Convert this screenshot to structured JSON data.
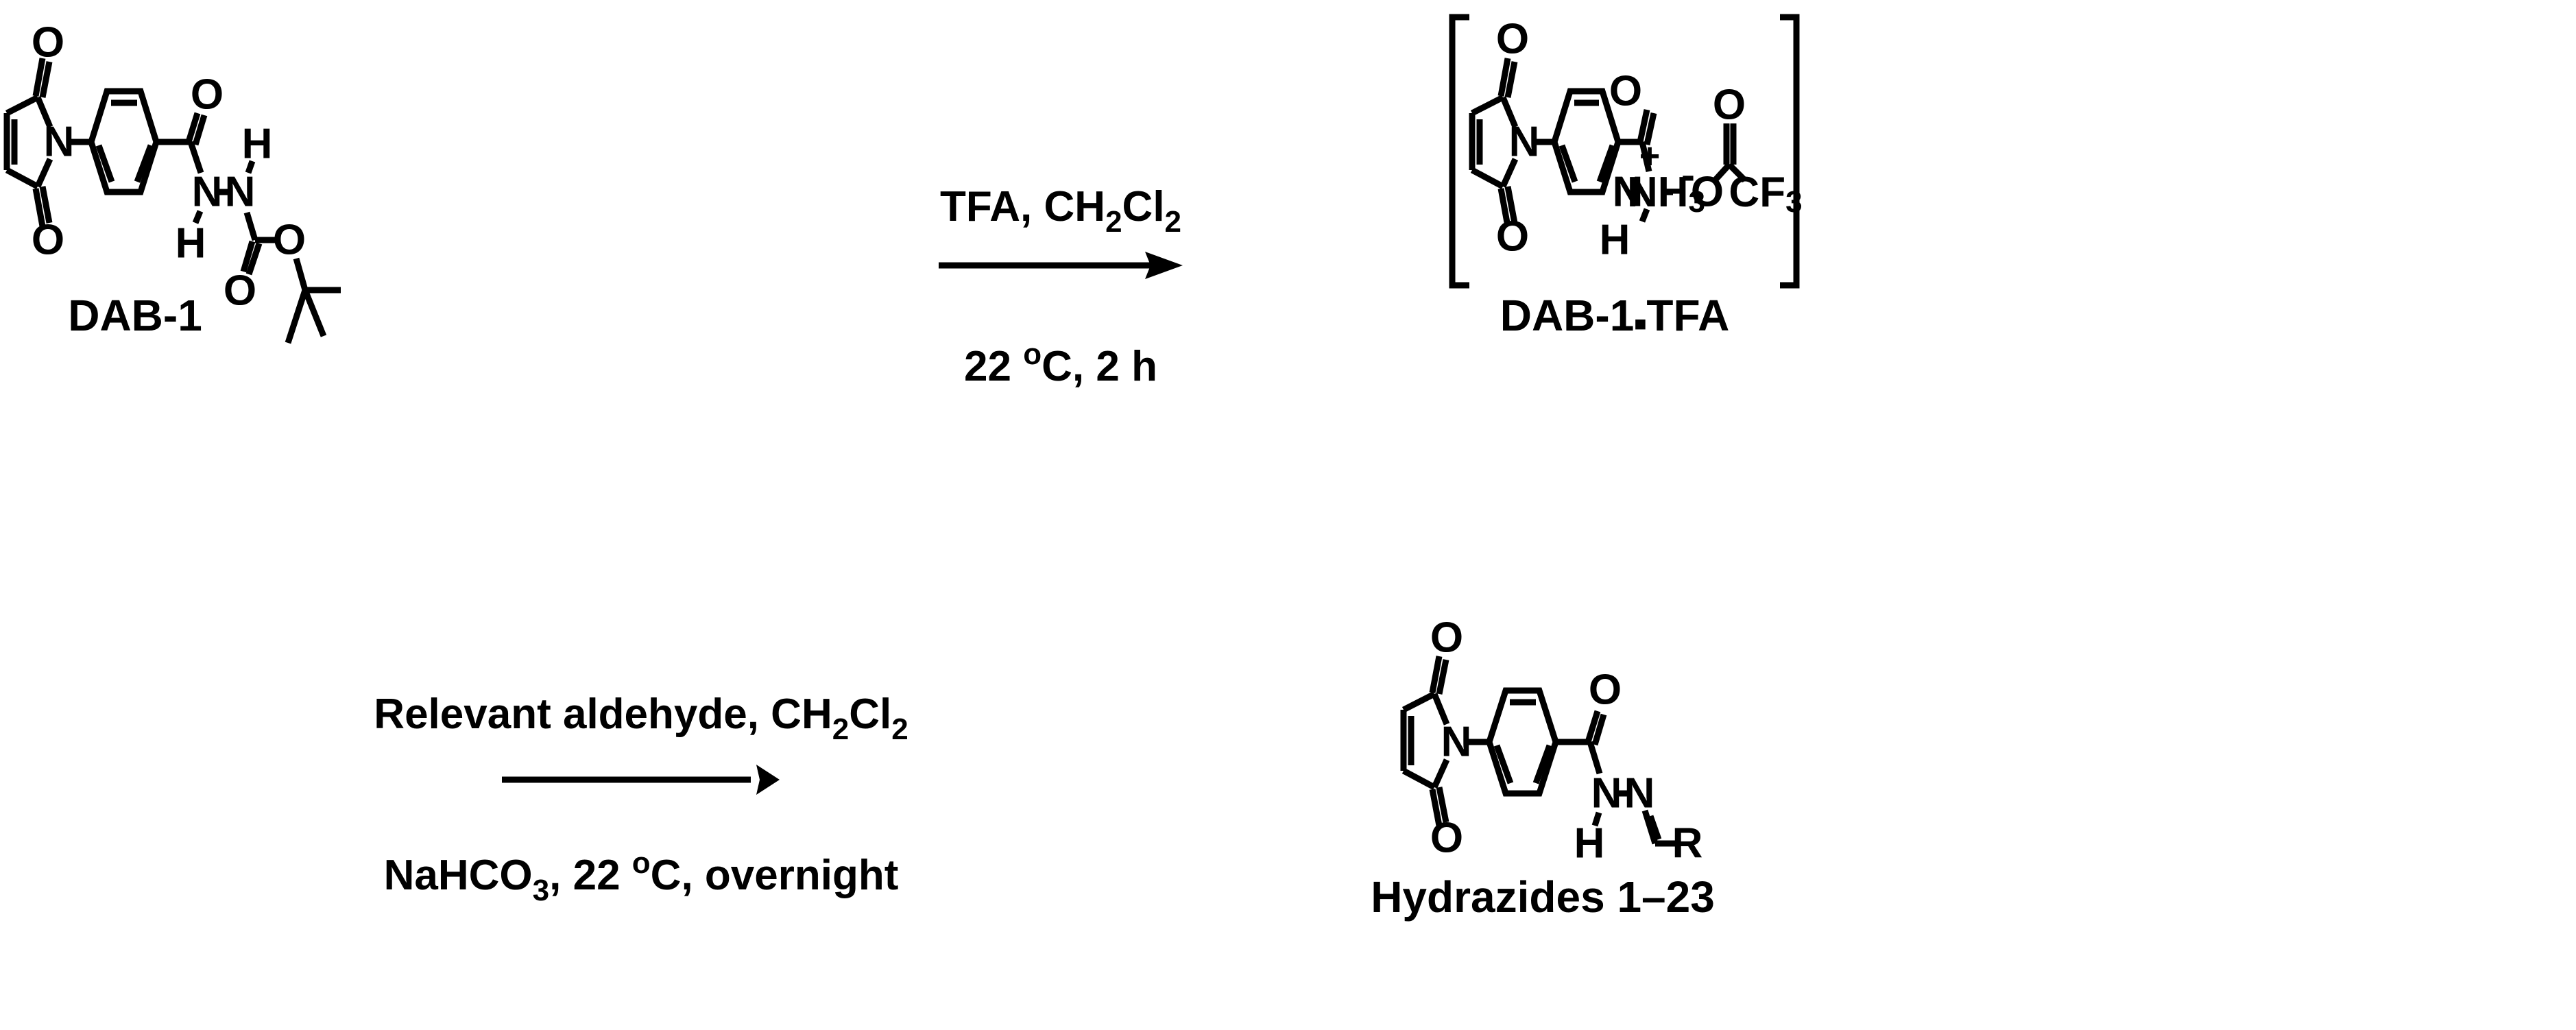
{
  "figure": {
    "type": "reaction-scheme",
    "background": "#ffffff",
    "ink": "#000000"
  },
  "compounds": {
    "dab1": {
      "label": "DAB-1",
      "atoms": {
        "O_top": "O",
        "O_bottom": "O",
        "N_imide": "N",
        "O_amide": "O",
        "N1": "N",
        "H1": "H",
        "N2": "N",
        "H2": "H",
        "O_carbonyl": "O",
        "O_ester": "O"
      }
    },
    "dab1_tfa": {
      "label_main": "DAB-1",
      "label_dot": "■",
      "label_tail": "TFA",
      "atoms": {
        "O_top": "O",
        "O_bottom": "O",
        "N_imide": "N",
        "O_amide": "O",
        "N1": "N",
        "H1": "H",
        "NH3": "NH",
        "NH3_sub": "3",
        "plus": "+",
        "minus": "-",
        "O_anion": "O",
        "O_tfa": "O",
        "CF3": "CF",
        "CF3_sub": "3"
      }
    },
    "hydrazides": {
      "label": "Hydrazides 1–23",
      "atoms": {
        "O_top": "O",
        "O_bottom": "O",
        "N_imide": "N",
        "O_amide": "O",
        "N1": "N",
        "H1": "H",
        "N2": "N",
        "R": "R"
      }
    }
  },
  "steps": [
    {
      "above_parts": [
        "TFA, CH",
        "2",
        "Cl",
        "2"
      ],
      "below_parts": [
        "22 ",
        "o",
        "C, 2 h"
      ]
    },
    {
      "above_parts": [
        "Relevant aldehyde, CH",
        "2",
        "Cl",
        "2"
      ],
      "below_parts": [
        "NaHCO",
        "3",
        ", 22 ",
        "o",
        "C, overnight"
      ]
    }
  ]
}
